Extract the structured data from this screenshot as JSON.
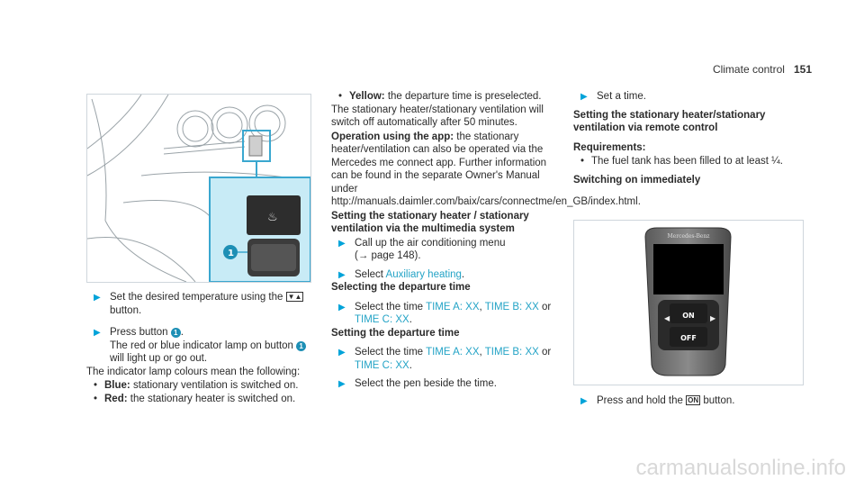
{
  "header": {
    "section": "Climate control",
    "page_number": "151"
  },
  "col1": {
    "step1_text": "Set the desired temperature using the",
    "step1_key": "▼▲",
    "step1_end": "button.",
    "step2_text": "Press button",
    "step2_num": "1",
    "step2_dot": ".",
    "step2_line2a": "The red or blue indicator lamp on button",
    "step2_line2b": "will light up or go out.",
    "intro": "The indicator lamp colours mean the following:",
    "b1_label": "Blue:",
    "b1_text": "stationary ventilation is switched on.",
    "b2_label": "Red:",
    "b2_text": "the stationary heater is switched on."
  },
  "col2": {
    "b_label": "Yellow:",
    "b_text": "the departure time is preselected.",
    "p1": "The stationary heater/stationary ventilation will switch off automatically after 50 minutes.",
    "app_label": "Operation using the app:",
    "app_text": "the stationary heater/ventilation can also be operated via the Mercedes me connect app. Further information can be found in the separate Owner's Manual under http://manuals.daimler.com/baix/cars/connectme/en_GB/index.html.",
    "h1": "Setting the stationary heater / stationary ventilation via the multimedia system",
    "s1": "Call up the air conditioning menu",
    "s1b": "(→ page 148).",
    "s2_pre": "Select",
    "s2_hl": "Auxiliary heating",
    "s2_post": ".",
    "h2": "Selecting the departure time",
    "s3_pre": "Select the time",
    "time_a": "TIME A: XX",
    "comma": ",",
    "time_b": "TIME B: XX",
    "or": "or",
    "time_c": "TIME C: XX",
    "dot": ".",
    "h3": "Setting the departure time",
    "s5": "Select the pen beside the time."
  },
  "col3": {
    "s1": "Set a time.",
    "h1": "Setting the stationary heater/stationary ventilation via remote control",
    "req_label": "Requirements:",
    "req_text": "The fuel tank has been filled to at least ¼.",
    "h2": "Switching on immediately",
    "s2_pre": "Press and hold the",
    "s2_key": "ON",
    "s2_post": "button."
  },
  "remote": {
    "brand": "Mercedes-Benz",
    "on": "ON",
    "off": "OFF"
  },
  "figure1": {
    "callout": "1"
  },
  "footer": {
    "watermark": "carmanualsonline.info"
  },
  "colors": {
    "accent": "#00a3d9",
    "highlight": "#23a3c6",
    "callout": "#1d8fb5"
  }
}
